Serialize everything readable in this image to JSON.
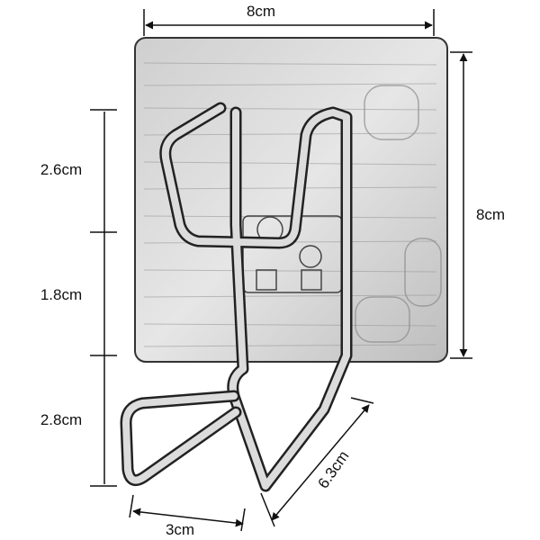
{
  "dimensions": {
    "plate_width": "8cm",
    "plate_height": "8cm",
    "upper_hook": "2.6cm",
    "middle": "1.8cm",
    "lower_hook": "2.8cm",
    "hook_width": "3cm",
    "hook_depth": "6.3cm"
  },
  "colors": {
    "line": "#111111",
    "plate_fill": "#d9d9d9",
    "wire": "#7a7a7a"
  }
}
